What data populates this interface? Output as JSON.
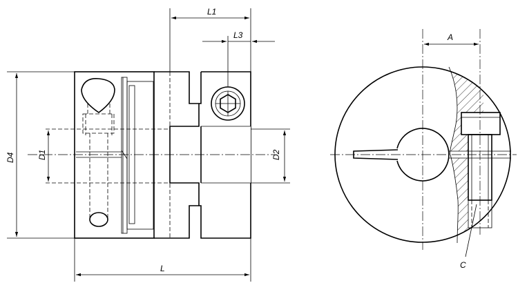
{
  "drawing": {
    "labels": {
      "L1": "L1",
      "L3": "L3",
      "D4": "D4",
      "D1": "D1",
      "D2": "D2",
      "L": "L",
      "A": "A",
      "C": "C"
    }
  }
}
